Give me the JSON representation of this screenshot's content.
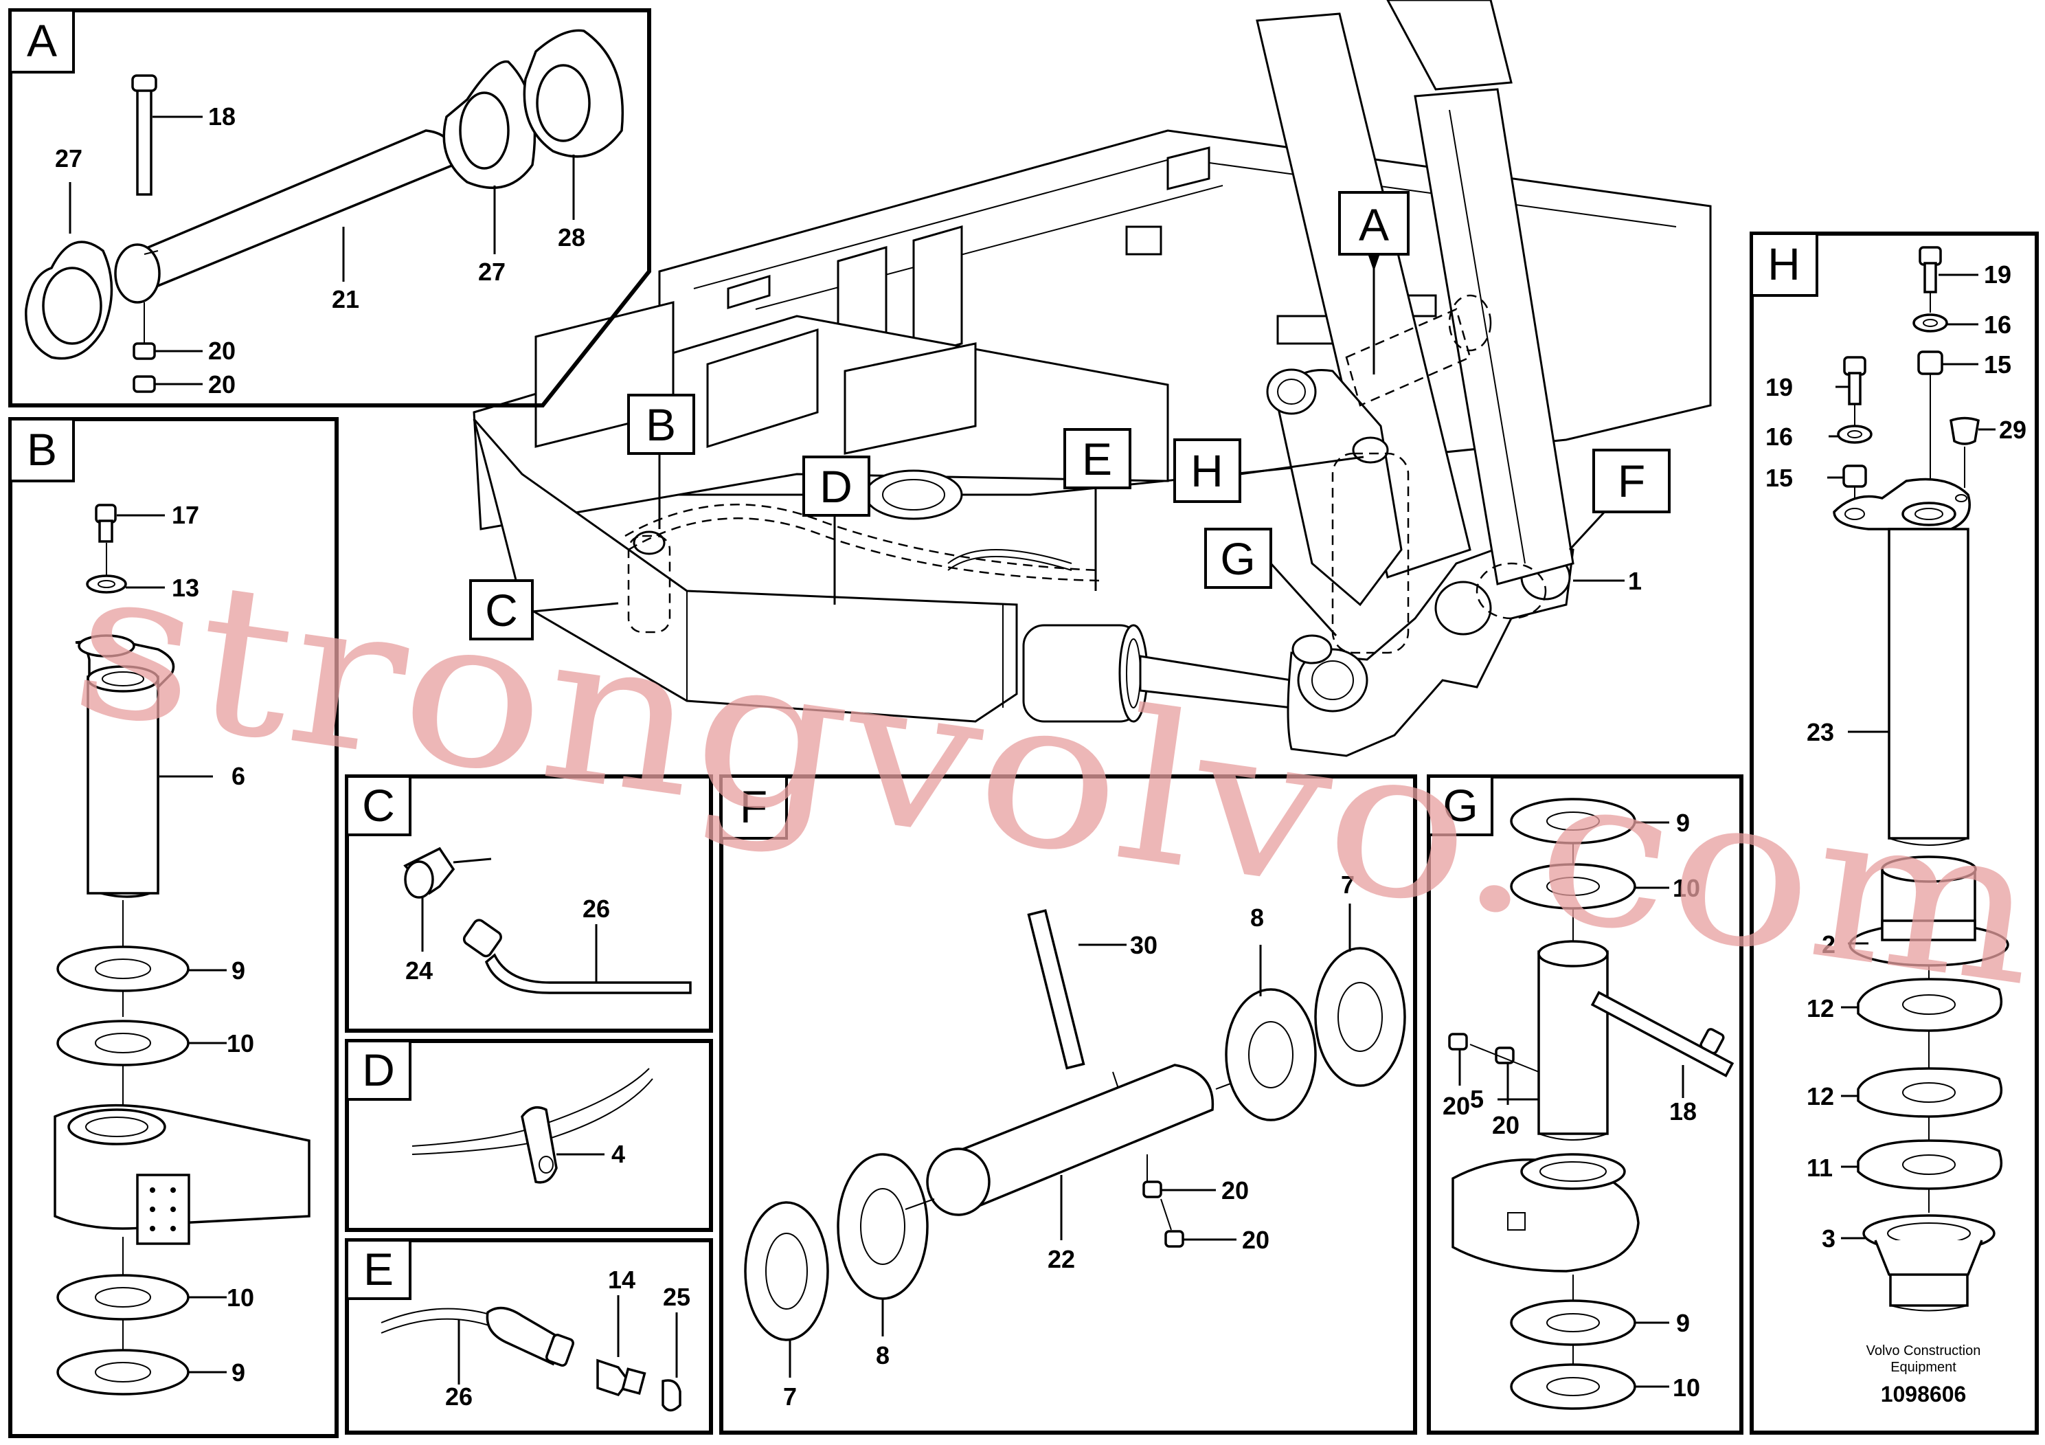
{
  "panels": {
    "A": {
      "letter": "A",
      "labels": {
        "l18": "18",
        "l27a": "27",
        "l21": "21",
        "l27b": "27",
        "l28": "28",
        "l20a": "20",
        "l20b": "20"
      }
    },
    "B": {
      "letter": "B",
      "labels": {
        "l17": "17",
        "l13": "13",
        "l6": "6",
        "l9a": "9",
        "l10a": "10",
        "l10b": "10",
        "l9b": "9"
      }
    },
    "C": {
      "letter": "C",
      "labels": {
        "l24": "24",
        "l26": "26"
      }
    },
    "D": {
      "letter": "D",
      "labels": {
        "l4": "4"
      }
    },
    "E": {
      "letter": "E",
      "labels": {
        "l14": "14",
        "l25": "25",
        "l26": "26"
      }
    },
    "F": {
      "letter": "F",
      "labels": {
        "l30": "30",
        "l8a": "8",
        "l7a": "7",
        "l20a": "20",
        "l20b": "20",
        "l22": "22",
        "l7b": "7",
        "l8b": "8"
      }
    },
    "G": {
      "letter": "G",
      "labels": {
        "l9a": "9",
        "l10a": "10",
        "l20a": "20",
        "l20b": "20",
        "l5": "5",
        "l18": "18",
        "l9b": "9",
        "l10b": "10"
      }
    },
    "H": {
      "letter": "H",
      "labels": {
        "l19a": "19",
        "l16a": "16",
        "l15a": "15",
        "l19b": "19",
        "l16b": "16",
        "l15b": "15",
        "l29": "29",
        "l23": "23",
        "l2": "2",
        "l12a": "12",
        "l12b": "12",
        "l11": "11",
        "l3": "3"
      }
    }
  },
  "main": {
    "callouts": {
      "A": "A",
      "B": "B",
      "C": "C",
      "D": "D",
      "E": "E",
      "F": "F",
      "G": "G",
      "H": "H"
    },
    "labels": {
      "l1": "1"
    }
  },
  "credit": {
    "line1": "Volvo Construction",
    "line2": "Equipment",
    "doc_number": "1098606"
  },
  "watermark": "strongvolvo.com"
}
